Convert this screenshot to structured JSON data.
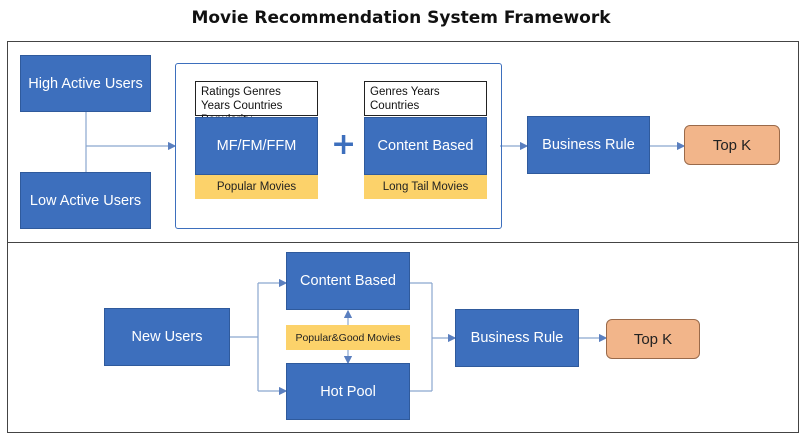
{
  "title": "Movie Recommendation System Framework",
  "top": {
    "high_active_users": "High Active Users",
    "low_active_users": "Low Active Users",
    "ratings_label": "Ratings Genres Years Countries Popularity",
    "mf_label": "MF/FM/FFM",
    "popular_movies": "Popular Movies",
    "plus": "+",
    "genres_label": "Genres Years Countries",
    "content_based": "Content Based",
    "long_tail_movies": "Long Tail Movies",
    "business_rule": "Business Rule",
    "top_k": "Top K"
  },
  "bottom": {
    "new_users": "New Users",
    "content_based": "Content Based",
    "popular_good_movies": "Popular&Good Movies",
    "hot_pool": "Hot Pool",
    "business_rule": "Business Rule",
    "top_k": "Top K"
  },
  "colors": {
    "blue": "#3d6fbd",
    "yellow": "#fcd26a",
    "peach": "#f2b58a",
    "line": "#8aa6cf"
  }
}
